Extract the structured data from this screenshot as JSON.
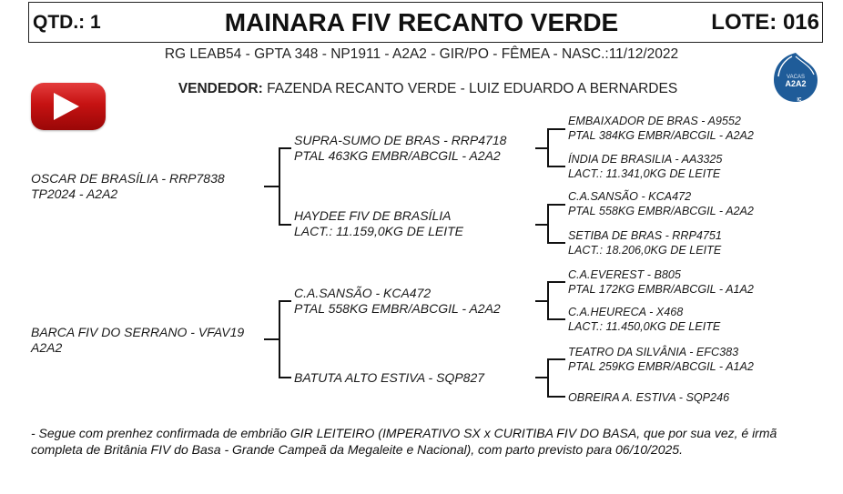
{
  "header": {
    "qtd": "QTD.: 1",
    "title": "MAINARA FIV RECANTO VERDE",
    "lote": "LOTE: 016"
  },
  "subline": "RG LEAB54 - GPTA 348 - NP1911 - A2A2 - GIR/PO - FÊMEA - NASC.:11/12/2022",
  "vendor": {
    "label": "VENDEDOR:",
    "value": " FAZENDA RECANTO VERDE - LUIZ EDUARDO A BERNARDES"
  },
  "icons": {
    "video": "youtube-play-icon",
    "badge": {
      "top": "VACAS",
      "main": "A2A2",
      "bottom": "IC",
      "color": "#1f5c99"
    }
  },
  "pedigree": {
    "sire": {
      "line1": "OSCAR DE BRASÍLIA - RRP7838",
      "line2": "TP2024 - A2A2",
      "sire": {
        "line1": "SUPRA-SUMO DE BRAS - RRP4718",
        "line2": "PTAL 463KG EMBR/ABCGIL - A2A2",
        "sire": {
          "line1": "EMBAIXADOR DE BRAS - A9552",
          "line2": "PTAL 384KG EMBR/ABCGIL - A2A2"
        },
        "dam": {
          "line1": "ÍNDIA DE BRASILIA - AA3325",
          "line2": "LACT.: 11.341,0KG DE LEITE"
        }
      },
      "dam": {
        "line1": "HAYDEE FIV DE BRASÍLIA",
        "line2": "LACT.: 11.159,0KG DE LEITE",
        "sire": {
          "line1": "C.A.SANSÃO - KCA472",
          "line2": "PTAL 558KG EMBR/ABCGIL - A2A2"
        },
        "dam": {
          "line1": "SETIBA DE BRAS - RRP4751",
          "line2": "LACT.: 18.206,0KG DE LEITE"
        }
      }
    },
    "dam": {
      "line1": "BARCA FIV DO SERRANO - VFAV19",
      "line2": "A2A2",
      "sire": {
        "line1": "C.A.SANSÃO - KCA472",
        "line2": "PTAL 558KG EMBR/ABCGIL - A2A2",
        "sire": {
          "line1": "C.A.EVEREST - B805",
          "line2": "PTAL 172KG EMBR/ABCGIL - A1A2"
        },
        "dam": {
          "line1": "C.A.HEURECA - X468",
          "line2": "LACT.: 11.450,0KG DE LEITE"
        }
      },
      "dam": {
        "line1": "BATUTA ALTO ESTIVA - SQP827",
        "sire": {
          "line1": "TEATRO DA SILVÂNIA - EFC383",
          "line2": "PTAL 259KG EMBR/ABCGIL - A1A2"
        },
        "dam": {
          "line1": "OBREIRA A. ESTIVA - SQP246"
        }
      }
    }
  },
  "footer": "- Segue com prenhez confirmada de embrião GIR LEITEIRO (IMPERATIVO SX x CURITIBA FIV DO BASA, que por sua vez, é irmã completa de Britânia FIV do Basa - Grande Campeã da Megaleite e Nacional), com parto previsto para 06/10/2025."
}
